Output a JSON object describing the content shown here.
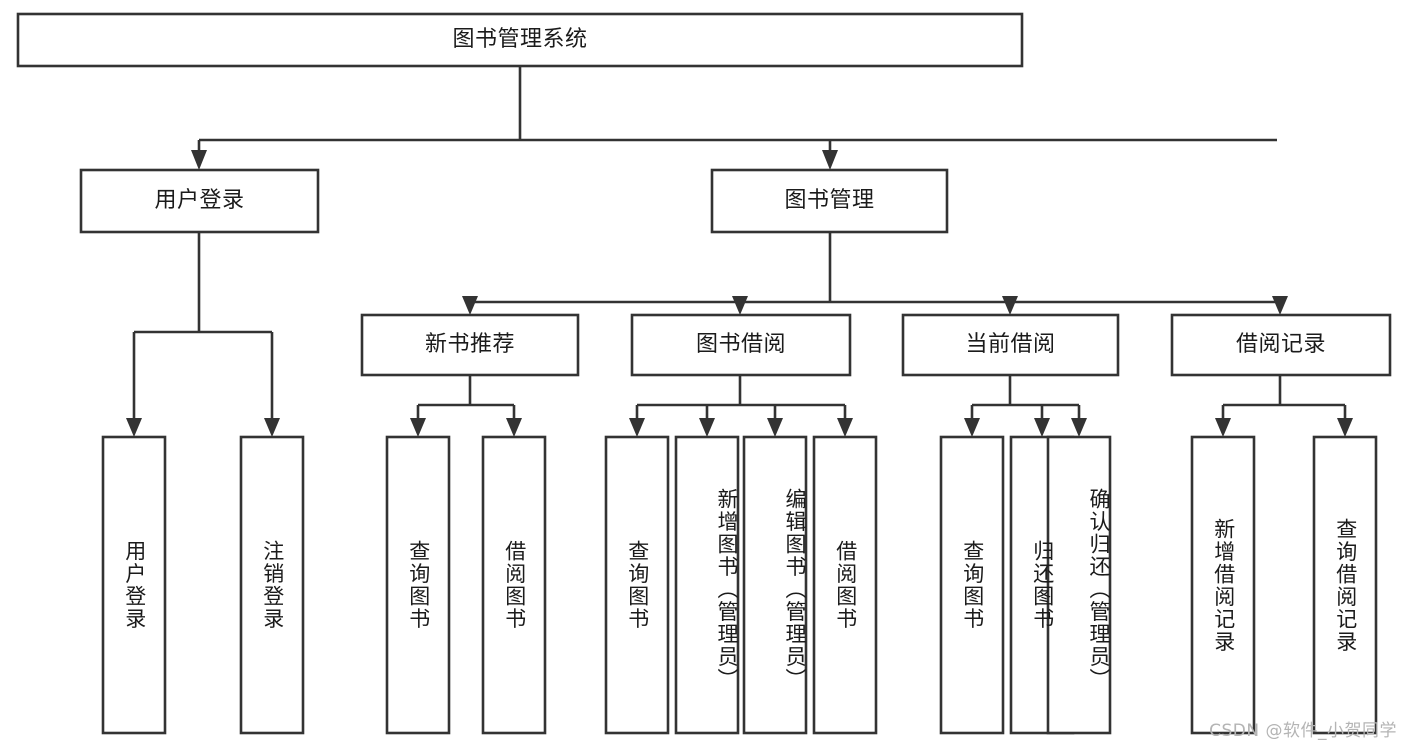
{
  "diagram": {
    "type": "tree-hierarchy",
    "title": "图书管理系统",
    "watermark": "CSDN @软件_小贺同学",
    "colors": {
      "stroke": "#333333",
      "box_fill": "#ffffff",
      "text": "#1b1b1b",
      "background": "#ffffff",
      "watermark": "#b4b4b4"
    },
    "levels": {
      "level1": [
        {
          "id": "root",
          "label": "图书管理系统",
          "orientation": "horizontal"
        }
      ],
      "level2": [
        {
          "id": "login",
          "label": "用户登录",
          "orientation": "horizontal",
          "parent": "root"
        },
        {
          "id": "bookmgmt",
          "label": "图书管理",
          "orientation": "horizontal",
          "parent": "root"
        }
      ],
      "level3": [
        {
          "id": "newbook",
          "label": "新书推荐",
          "orientation": "horizontal",
          "parent": "bookmgmt"
        },
        {
          "id": "borrow",
          "label": "图书借阅",
          "orientation": "horizontal",
          "parent": "bookmgmt"
        },
        {
          "id": "current",
          "label": "当前借阅",
          "orientation": "horizontal",
          "parent": "bookmgmt"
        },
        {
          "id": "records",
          "label": "借阅记录",
          "orientation": "horizontal",
          "parent": "bookmgmt"
        }
      ],
      "level4": [
        {
          "id": "leaf1",
          "label": "用户登录",
          "orientation": "vertical",
          "parent": "login"
        },
        {
          "id": "leaf2",
          "label": "注销登录",
          "orientation": "vertical",
          "parent": "login"
        },
        {
          "id": "leaf3",
          "label": "查询图书",
          "orientation": "vertical",
          "parent": "newbook"
        },
        {
          "id": "leaf4",
          "label": "借阅图书",
          "orientation": "vertical",
          "parent": "newbook"
        },
        {
          "id": "leaf5",
          "label": "查询图书",
          "orientation": "vertical",
          "parent": "borrow"
        },
        {
          "id": "leaf6",
          "label": "新增图书（管理员）",
          "orientation": "vertical",
          "parent": "borrow"
        },
        {
          "id": "leaf7",
          "label": "编辑图书（管理员）",
          "orientation": "vertical",
          "parent": "borrow"
        },
        {
          "id": "leaf8",
          "label": "借阅图书",
          "orientation": "vertical",
          "parent": "borrow"
        },
        {
          "id": "leaf9",
          "label": "查询图书",
          "orientation": "vertical",
          "parent": "current"
        },
        {
          "id": "leaf10",
          "label": "归还图书",
          "orientation": "vertical",
          "parent": "current"
        },
        {
          "id": "leaf11",
          "label": "确认归还（管理员）",
          "orientation": "vertical",
          "parent": "current"
        },
        {
          "id": "leaf12",
          "label": "新增借阅记录",
          "orientation": "vertical",
          "parent": "records"
        },
        {
          "id": "leaf13",
          "label": "查询借阅记录",
          "orientation": "vertical",
          "parent": "records"
        }
      ]
    }
  }
}
